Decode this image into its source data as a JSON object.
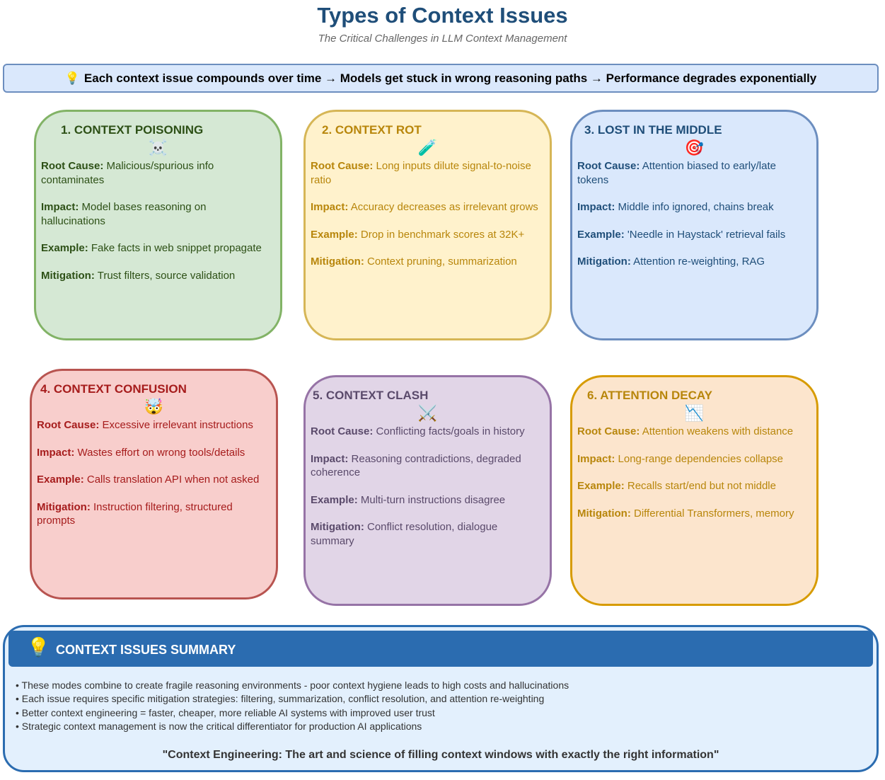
{
  "header": {
    "title": "Types of Context Issues",
    "subtitle": "The Critical Challenges in LLM Context Management"
  },
  "banner": {
    "icon": "💡",
    "text": "Each context issue compounds over time → Models get stuck in wrong reasoning paths → Performance degrades exponentially"
  },
  "labels": {
    "root_cause": "Root Cause:",
    "impact": "Impact:",
    "example": "Example:",
    "mitigation": "Mitigation:"
  },
  "cards": [
    {
      "title": "1. CONTEXT POISONING",
      "icon": "☠️",
      "root_cause": "Malicious/spurious info contaminates",
      "impact": "Model bases reasoning on hallucinations",
      "example": "Fake facts in web snippet propagate",
      "mitigation": "Trust filters, source validation",
      "colors": {
        "fill": "#d5e8d4",
        "border": "#82b366",
        "text": "#2d5016"
      }
    },
    {
      "title": "2. CONTEXT ROT",
      "icon": "🧪",
      "root_cause": "Long inputs dilute signal-to-noise ratio",
      "impact": "Accuracy decreases as irrelevant grows",
      "example": "Drop in benchmark scores at 32K+",
      "mitigation": "Context pruning, summarization",
      "colors": {
        "fill": "#fff2cc",
        "border": "#d6b656",
        "text": "#b8860b"
      }
    },
    {
      "title": "3. LOST IN THE MIDDLE",
      "icon": "🎯",
      "root_cause": "Attention biased to early/late tokens",
      "impact": "Middle info ignored, chains break",
      "example": "'Needle in Haystack' retrieval fails",
      "mitigation": "Attention re-weighting, RAG",
      "colors": {
        "fill": "#dae8fc",
        "border": "#6c8ebf",
        "text": "#1f4e79"
      }
    },
    {
      "title": "4. CONTEXT CONFUSION",
      "icon": "🤯",
      "root_cause": "Excessive irrelevant instructions",
      "impact": "Wastes effort on wrong tools/details",
      "example": "Calls translation API when not asked",
      "mitigation": "Instruction filtering, structured prompts",
      "colors": {
        "fill": "#f8cecc",
        "border": "#b85450",
        "text": "#a61c1c"
      }
    },
    {
      "title": "5. CONTEXT CLASH",
      "icon": "⚔️",
      "root_cause": "Conflicting facts/goals in history",
      "impact": "Reasoning contradictions, degraded coherence",
      "example": "Multi-turn instructions disagree",
      "mitigation": "Conflict resolution, dialogue summary",
      "colors": {
        "fill": "#e1d5e7",
        "border": "#9673a6",
        "text": "#5a4a6b"
      }
    },
    {
      "title": "6. ATTENTION DECAY",
      "icon": "📉",
      "root_cause": "Attention weakens with distance",
      "impact": "Long-range dependencies collapse",
      "example": "Recalls start/end but not middle",
      "mitigation": "Differential Transformers, memory",
      "colors": {
        "fill": "#fce5cd",
        "border": "#d79b00",
        "text": "#b8860b"
      }
    }
  ],
  "summary": {
    "icon": "💡",
    "title": "CONTEXT ISSUES SUMMARY",
    "bullets": [
      "• These modes combine to create fragile reasoning environments - poor context hygiene leads to high costs and hallucinations",
      "• Each issue requires specific mitigation strategies: filtering, summarization, conflict resolution, and attention re-weighting",
      "• Better context engineering = faster, cheaper, more reliable AI systems with improved user trust",
      "• Strategic context management is now the critical differentiator for production AI applications"
    ],
    "quote": "\"Context Engineering: The art and science of filling context windows with exactly the right information\""
  }
}
